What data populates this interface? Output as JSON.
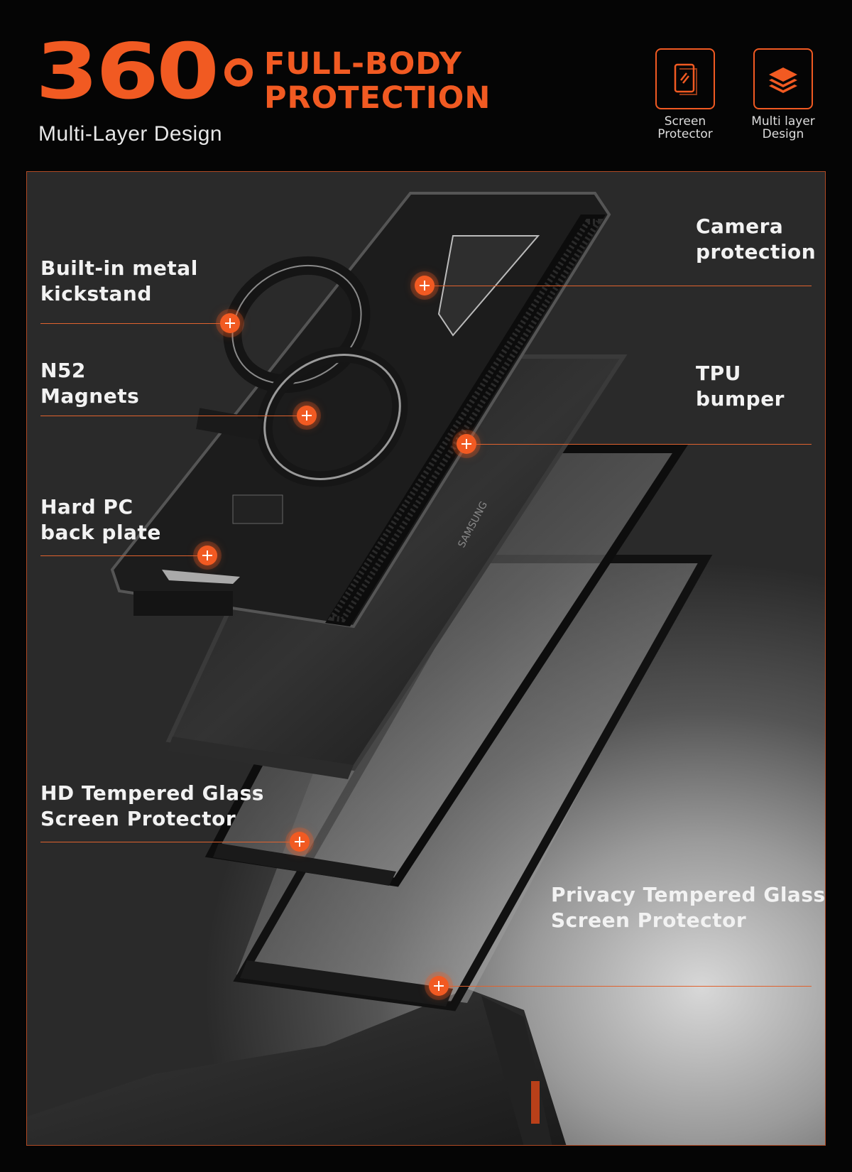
{
  "header": {
    "big_number": "360",
    "title_line1": "FULL-BODY",
    "title_line2": "PROTECTION",
    "subtitle": "Multi-Layer Design"
  },
  "badges": [
    {
      "label_line1": "Screen",
      "label_line2": "Protector",
      "icon": "screen-protector-icon"
    },
    {
      "label_line1": "Multi layer",
      "label_line2": "Design",
      "icon": "layers-icon"
    }
  ],
  "callouts": {
    "kickstand": {
      "line1": "Built-in metal",
      "line2": "kickstand"
    },
    "magnets": {
      "line1": "N52",
      "line2": "Magnets"
    },
    "back_plate": {
      "line1": "Hard PC",
      "line2": "back plate"
    },
    "hd_glass": {
      "line1": "HD Tempered Glass",
      "line2": "Screen Protector"
    },
    "camera": {
      "line1": "Camera",
      "line2": "protection"
    },
    "bumper": {
      "line1": "TPU",
      "line2": "bumper"
    },
    "privacy_glass": {
      "line1": "Privacy Tempered Glass",
      "line2": "Screen Protector"
    }
  },
  "phone_brand": "SAMSUNG",
  "colors": {
    "accent": "#f15a22",
    "background": "#050505"
  }
}
